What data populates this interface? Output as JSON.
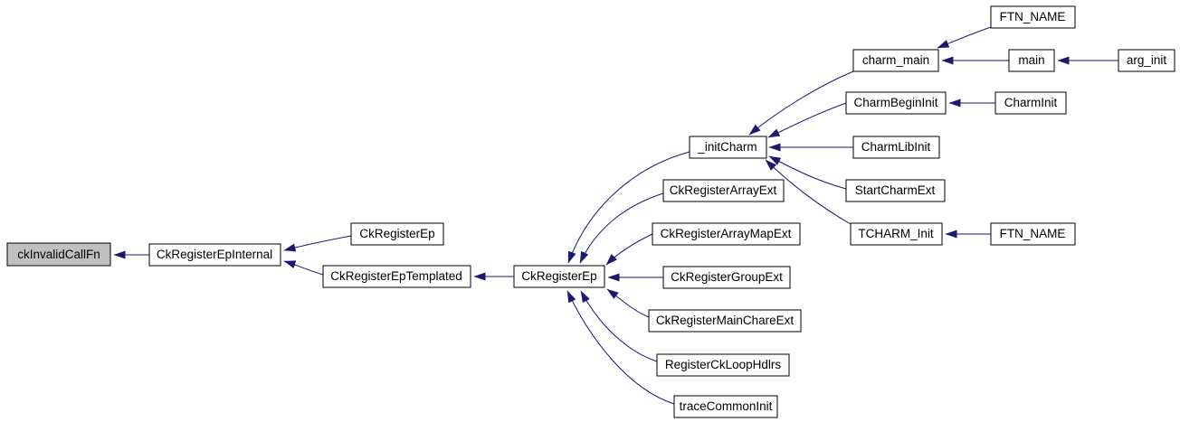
{
  "diagram": {
    "type": "caller-graph",
    "colors": {
      "arrow": "#191970",
      "node_border": "#000000",
      "node_fill": "#ffffff",
      "highlighted_node_fill": "#c0c0c0",
      "text": "#000000",
      "background": "#ffffff"
    }
  },
  "nodes": {
    "ckInvalidCallFn": {
      "label": "ckInvalidCallFn",
      "highlighted": true
    },
    "CkRegisterEpInternal": {
      "label": "CkRegisterEpInternal"
    },
    "CkRegisterEp_upper": {
      "label": "CkRegisterEp"
    },
    "CkRegisterEpTemplated": {
      "label": "CkRegisterEpTemplated"
    },
    "CkRegisterEp_main": {
      "label": "CkRegisterEp"
    },
    "CkRegisterArrayExt": {
      "label": "CkRegisterArrayExt"
    },
    "CkRegisterArrayMapExt": {
      "label": "CkRegisterArrayMapExt"
    },
    "CkRegisterGroupExt": {
      "label": "CkRegisterGroupExt"
    },
    "CkRegisterMainChareExt": {
      "label": "CkRegisterMainChareExt"
    },
    "RegisterCkLoopHdlrs": {
      "label": "RegisterCkLoopHdlrs"
    },
    "traceCommonInit": {
      "label": "traceCommonInit"
    },
    "initCharm": {
      "label": "_initCharm"
    },
    "charm_main": {
      "label": "charm_main"
    },
    "FTN_NAME_top": {
      "label": "FTN_NAME"
    },
    "main": {
      "label": "main"
    },
    "arg_init": {
      "label": "arg_init"
    },
    "CharmBeginInit": {
      "label": "CharmBeginInit"
    },
    "CharmInit": {
      "label": "CharmInit"
    },
    "CharmLibInit": {
      "label": "CharmLibInit"
    },
    "StartCharmExt": {
      "label": "StartCharmExt"
    },
    "TCHARM_Init": {
      "label": "TCHARM_Init"
    },
    "FTN_NAME_bottom": {
      "label": "FTN_NAME"
    }
  },
  "edges": [
    {
      "from": "CkRegisterEpInternal",
      "to": "ckInvalidCallFn"
    },
    {
      "from": "CkRegisterEp_upper",
      "to": "CkRegisterEpInternal"
    },
    {
      "from": "CkRegisterEpTemplated",
      "to": "CkRegisterEpInternal"
    },
    {
      "from": "CkRegisterEp_main",
      "to": "CkRegisterEpTemplated"
    },
    {
      "from": "initCharm",
      "to": "CkRegisterEp_main"
    },
    {
      "from": "CkRegisterArrayExt",
      "to": "CkRegisterEp_main"
    },
    {
      "from": "CkRegisterArrayMapExt",
      "to": "CkRegisterEp_main"
    },
    {
      "from": "CkRegisterGroupExt",
      "to": "CkRegisterEp_main"
    },
    {
      "from": "CkRegisterMainChareExt",
      "to": "CkRegisterEp_main"
    },
    {
      "from": "RegisterCkLoopHdlrs",
      "to": "CkRegisterEp_main"
    },
    {
      "from": "traceCommonInit",
      "to": "CkRegisterEp_main"
    },
    {
      "from": "charm_main",
      "to": "initCharm"
    },
    {
      "from": "CharmBeginInit",
      "to": "initCharm"
    },
    {
      "from": "CharmLibInit",
      "to": "initCharm"
    },
    {
      "from": "StartCharmExt",
      "to": "initCharm"
    },
    {
      "from": "TCHARM_Init",
      "to": "initCharm"
    },
    {
      "from": "FTN_NAME_top",
      "to": "charm_main"
    },
    {
      "from": "main",
      "to": "charm_main"
    },
    {
      "from": "arg_init",
      "to": "main"
    },
    {
      "from": "CharmInit",
      "to": "CharmBeginInit"
    },
    {
      "from": "FTN_NAME_bottom",
      "to": "TCHARM_Init"
    }
  ]
}
